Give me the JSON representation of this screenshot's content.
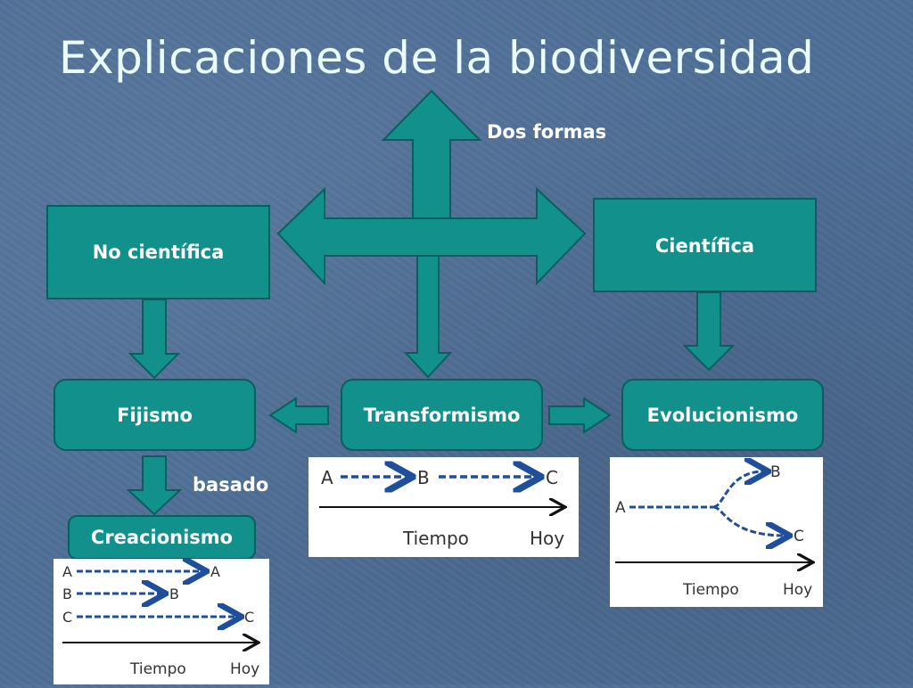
{
  "title": "Explicaciones de la biodiversidad",
  "top_label": "Dos formas",
  "boxes": {
    "no_cientifica": "No científica",
    "cientifica": "Científica",
    "fijismo": "Fijismo",
    "transformismo": "Transformismo",
    "evolucionismo": "Evolucionismo",
    "creacionismo": "Creacionismo"
  },
  "basado_label": "basado",
  "inset_fijismo": {
    "rows": [
      "A",
      "B",
      "C"
    ],
    "ends": [
      "A",
      "B",
      "C"
    ],
    "axis_time": "Tiempo",
    "axis_now": "Hoy"
  },
  "inset_transformismo": {
    "points": [
      "A",
      "B",
      "C"
    ],
    "axis_time": "Tiempo",
    "axis_now": "Hoy"
  },
  "inset_evolucionismo": {
    "origin": "A",
    "branch_top": "B",
    "branch_bottom": "C",
    "axis_time": "Tiempo",
    "axis_now": "Hoy"
  },
  "colors": {
    "box_fill": "#11908c",
    "box_border": "#0b5e60",
    "dash_blue": "#1f4f9a"
  }
}
